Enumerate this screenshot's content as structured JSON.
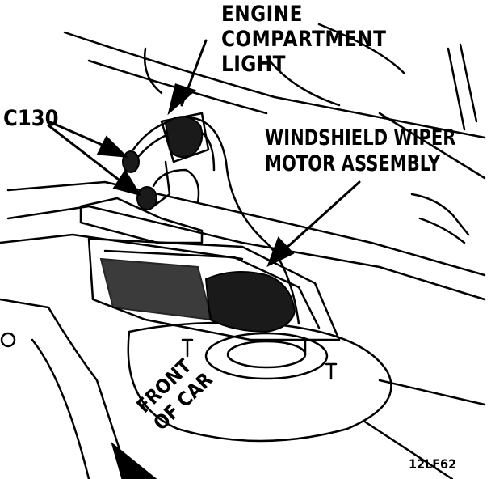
{
  "labels": {
    "engine_light": [
      "ENGINE",
      "COMPARTMENT",
      "LIGHT"
    ],
    "connector": "C130",
    "wiper_motor": [
      "WINDSHIELD WIPER",
      "MOTOR ASSEMBLY"
    ],
    "front": [
      "FRONT",
      "OF CAR"
    ],
    "figure_code": "12LF62"
  },
  "colors": {
    "ink": "#000000",
    "paper": "#ffffff",
    "fill": "#1a1a1a"
  }
}
